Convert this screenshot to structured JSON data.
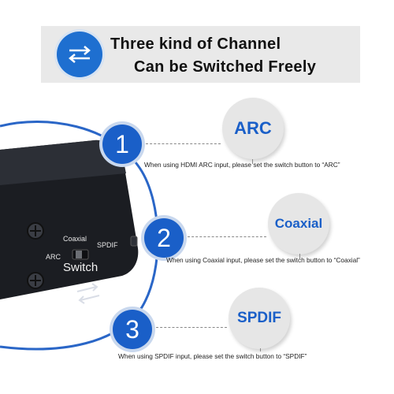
{
  "banner": {
    "line1": "Three kind of Channel",
    "line2": "Can be Switched Freely",
    "icon": "swap-arrows-icon"
  },
  "device": {
    "label_coaxial": "Coaxial",
    "label_arc": "ARC",
    "label_spdif": "SPDIF",
    "label_switch": "Switch"
  },
  "steps": [
    {
      "number": "1",
      "badge": "ARC",
      "note": "When using HDMI ARC input, please set the switch button to “ARC”"
    },
    {
      "number": "2",
      "badge": "Coaxial",
      "note": "When using Coaxial input, please set the switch button to “Coaxial”"
    },
    {
      "number": "3",
      "badge": "SPDIF",
      "note": "When using SPDIF input, please set the switch button to “SPDIF”"
    }
  ],
  "colors": {
    "accent": "#1a5fc8",
    "banner_bg": "#e9e9e9",
    "badge_bg": "#e6e6e6"
  }
}
